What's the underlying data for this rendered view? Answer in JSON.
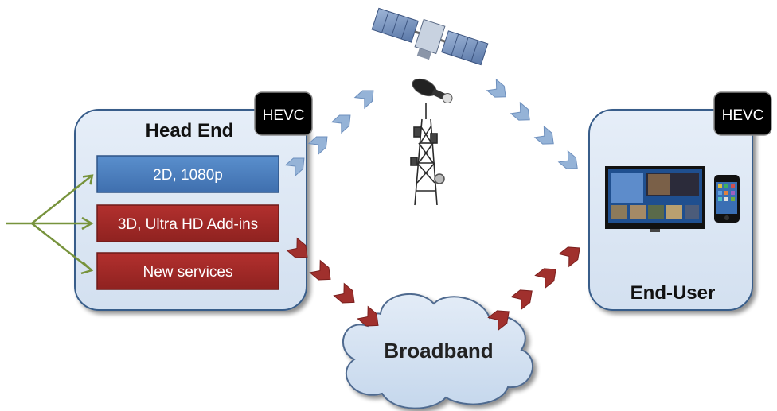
{
  "head_end": {
    "title": "Head End",
    "badge": "HEVC",
    "services": [
      {
        "label": "2D, 1080p",
        "color": "#4f81bd"
      },
      {
        "label": "3D, Ultra HD Add-ins",
        "color": "#a52a2a"
      },
      {
        "label": "New services",
        "color": "#a52a2a"
      }
    ]
  },
  "end_user": {
    "title": "End-User",
    "badge": "HEVC"
  },
  "broadband": {
    "label": "Broadband"
  },
  "icons": [
    "satellite-icon",
    "satellite-dish-icon",
    "broadcast-tower-icon",
    "tv-screen-icon",
    "smartphone-icon"
  ],
  "colors": {
    "panel_fill": "#dce6f2",
    "panel_stroke": "#385d8a",
    "satellite_arrow": "#95b3d7",
    "broadband_arrow": "#953735",
    "input_arrow": "#77933c",
    "badge_fill": "#000000"
  }
}
